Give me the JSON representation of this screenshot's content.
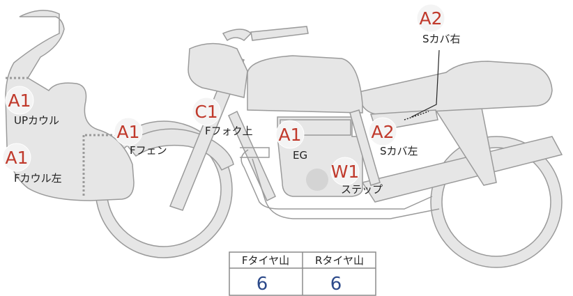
{
  "markers": [
    {
      "id": "up-cowl",
      "grade": "A1",
      "label": "UPカウル"
    },
    {
      "id": "f-cowl-left",
      "grade": "A1",
      "label": "Fカウル左"
    },
    {
      "id": "f-fender",
      "grade": "A1",
      "label": "Fフェン"
    },
    {
      "id": "f-fork",
      "grade": "C1",
      "label": "Fフォク上"
    },
    {
      "id": "engine",
      "grade": "A1",
      "label": "EG"
    },
    {
      "id": "s-cover-left",
      "grade": "A2",
      "label": "Sカバ左"
    },
    {
      "id": "s-cover-right",
      "grade": "A2",
      "label": "Sカバ右"
    },
    {
      "id": "step",
      "grade": "W1",
      "label": "ステップ"
    }
  ],
  "tread_table": {
    "headers": [
      "Fタイヤ山",
      "Rタイヤ山"
    ],
    "values": [
      "6",
      "6"
    ]
  },
  "colors": {
    "grade_text": "#c0392b",
    "value_text": "#2c4a8a",
    "body_fill": "#e6e6e6",
    "outline": "#9a9a9a"
  }
}
